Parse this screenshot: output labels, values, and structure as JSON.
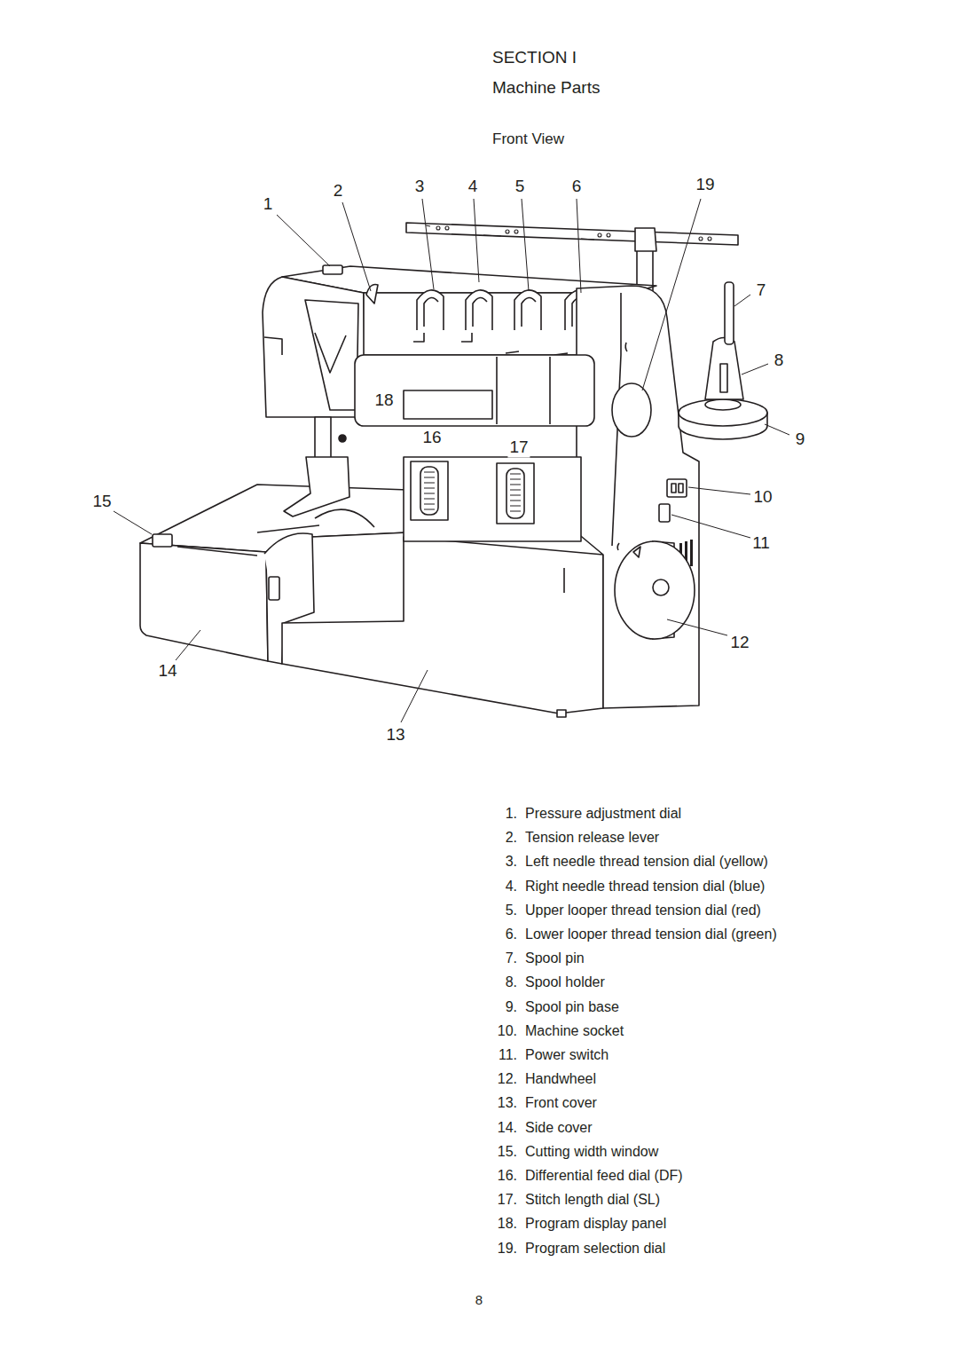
{
  "diagram": {
    "title": "SECTION I Machine Parts",
    "labels": [
      "Front View",
      "1",
      "2",
      "3",
      "4",
      "5",
      "6",
      "19",
      "7",
      "8",
      "9",
      "10",
      "11",
      "12",
      "13",
      "14",
      "15",
      "16",
      "17",
      "18",
      "1.",
      "Pressure adjustment dial",
      "2.",
      "Tension release lever",
      "3.",
      "Left needle thread tension dial (yellow)",
      "4.",
      "Right needle thread tension dial (blue)",
      "5.",
      "Upper looper thread tension dial (red)",
      "6.",
      "Lower looper thread tension dial (green)",
      "7.",
      "Spool pin",
      "8.",
      "Spool holder",
      "9.",
      "Spool pin base",
      "10.",
      "Machine socket",
      "11.",
      "Power switch",
      "12.",
      "Handwheel",
      "13.",
      "Front cover",
      "14.",
      "Side cover",
      "15.",
      "Cutting width window",
      "16.",
      "Differential feed dial (DF)",
      "17.",
      "Stitch length dial (SL)",
      "18.",
      "Program display panel",
      "19.",
      "Program selection dial",
      "8"
    ]
  }
}
